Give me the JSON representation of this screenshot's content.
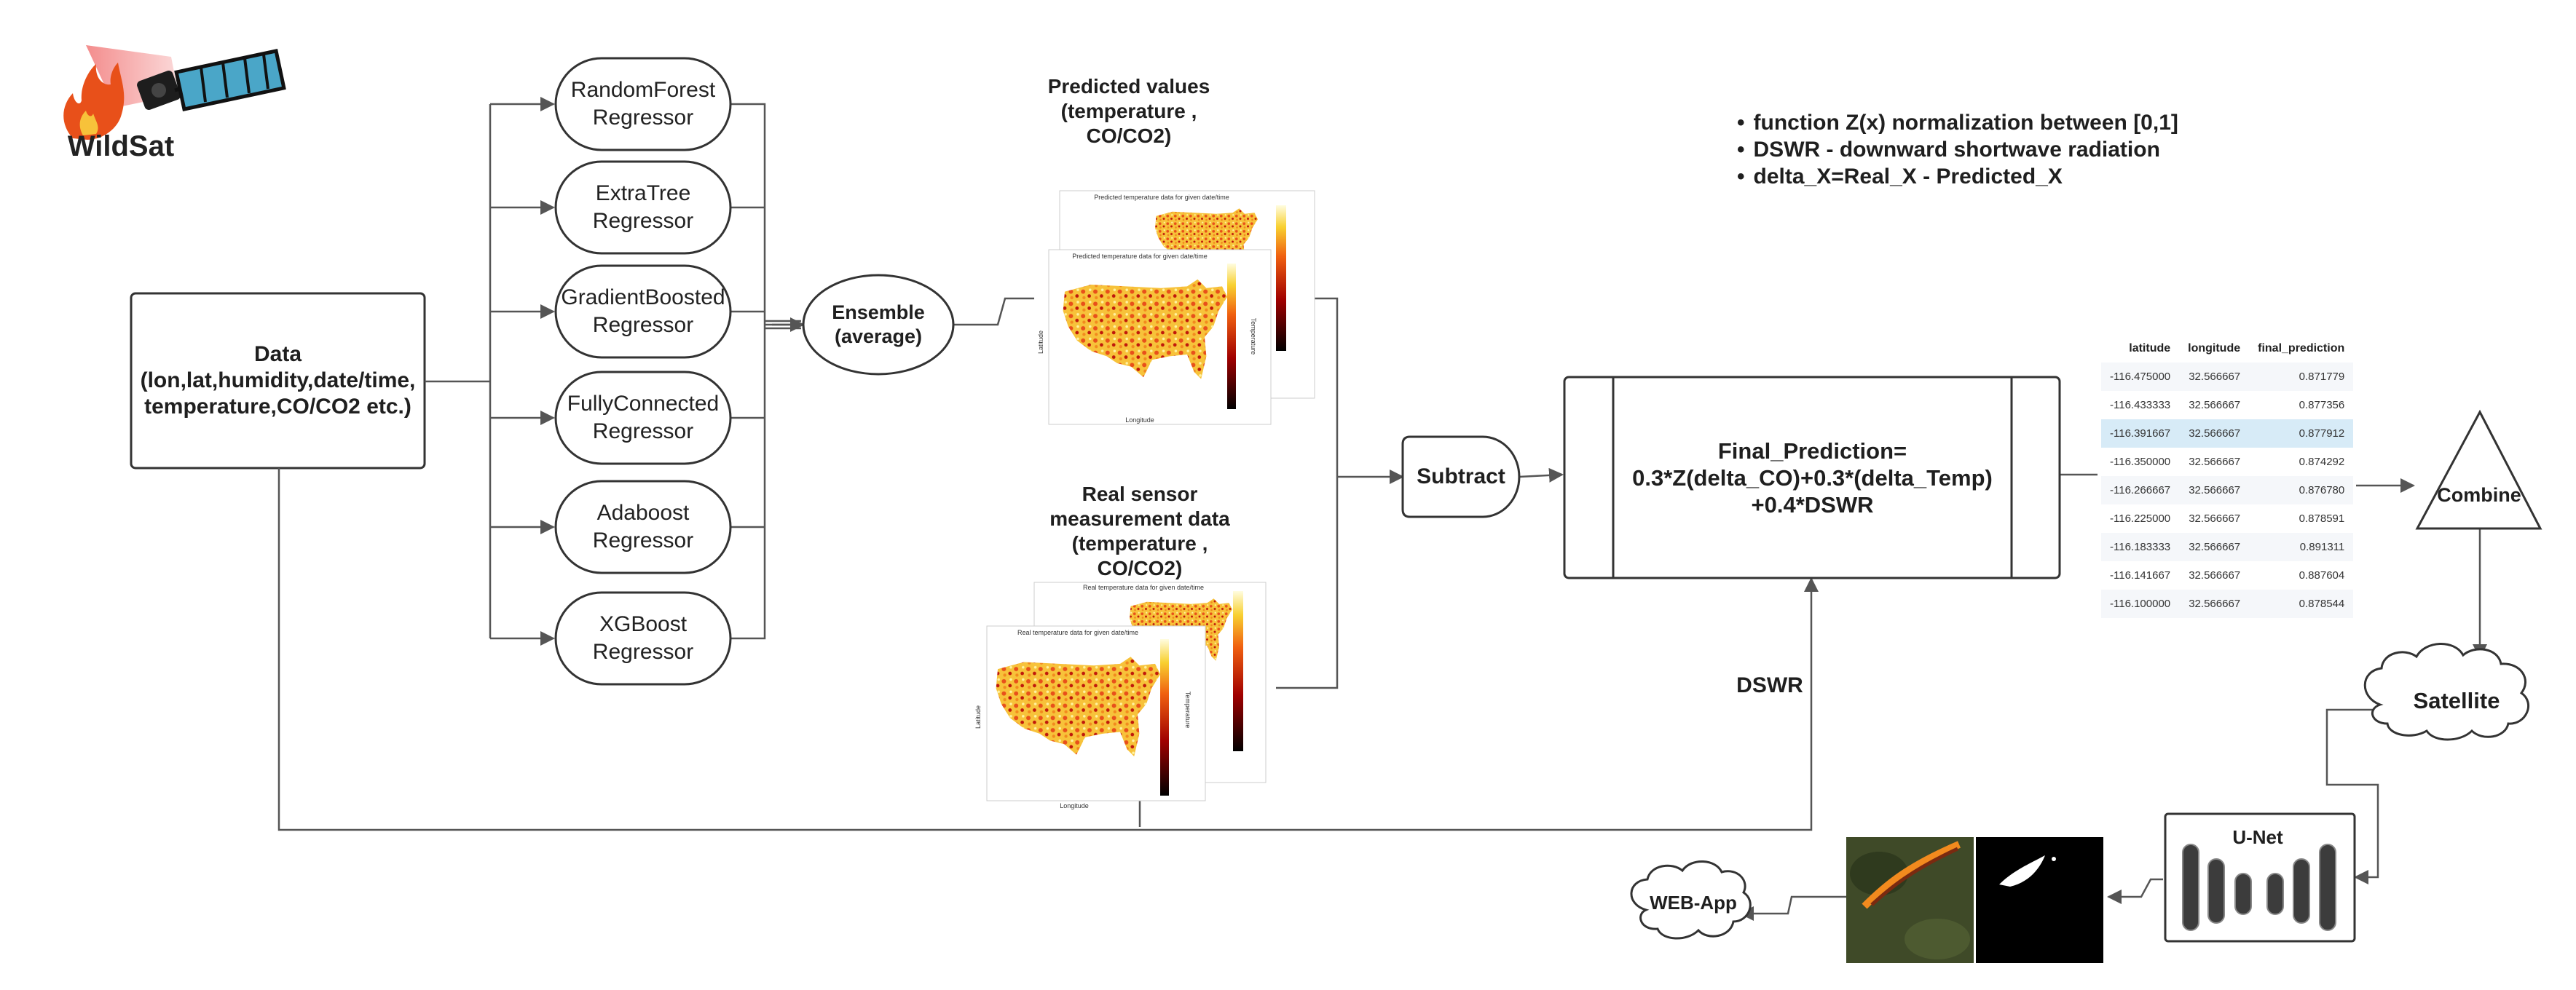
{
  "logo": {
    "text": "WildSat"
  },
  "data_box": {
    "line1": "Data",
    "line2": "(lon,lat,humidity,date/time,",
    "line3": "temperature,CO/CO2 etc.)"
  },
  "regressors": [
    {
      "line1": "RandomForest",
      "line2": "Regressor"
    },
    {
      "line1": "ExtraTree",
      "line2": "Regressor"
    },
    {
      "line1": "GradientBoosted",
      "line2": "Regressor"
    },
    {
      "line1": "FullyConnected",
      "line2": "Regressor"
    },
    {
      "line1": "Adaboost",
      "line2": "Regressor"
    },
    {
      "line1": "XGBoost",
      "line2": "Regressor"
    }
  ],
  "ensemble": {
    "line1": "Ensemble",
    "line2": "(average)"
  },
  "predicted": {
    "heading": [
      "Predicted values",
      "(temperature ,",
      "CO/CO2)"
    ],
    "plot_title": "Predicted temperature data for given date/time",
    "xlabel": "Longitude",
    "ylabel": "Latitude",
    "cbar": "Temperature"
  },
  "real": {
    "heading": [
      "Real sensor",
      "measurement data",
      "(temperature ,",
      "CO/CO2)"
    ],
    "plot_title": "Real temperature data for given date/time",
    "xlabel": "Longitude",
    "ylabel": "Latitude",
    "cbar": "Temperature"
  },
  "subtract": "Subtract",
  "final": {
    "line1": "Final_Prediction=",
    "line2": "0.3*Z(delta_CO)+0.3*(delta_Temp)",
    "line3": "+0.4*DSWR"
  },
  "notes": [
    "function Z(x) normalization between [0,1]",
    "DSWR - downward shortwave radiation",
    "delta_X=Real_X - Predicted_X"
  ],
  "table": {
    "headers": [
      "latitude",
      "longitude",
      "final_prediction"
    ],
    "rows": [
      [
        "-116.475000",
        "32.566667",
        "0.871779"
      ],
      [
        "-116.433333",
        "32.566667",
        "0.877356"
      ],
      [
        "-116.391667",
        "32.566667",
        "0.877912"
      ],
      [
        "-116.350000",
        "32.566667",
        "0.874292"
      ],
      [
        "-116.266667",
        "32.566667",
        "0.876780"
      ],
      [
        "-116.225000",
        "32.566667",
        "0.878591"
      ],
      [
        "-116.183333",
        "32.566667",
        "0.891311"
      ],
      [
        "-116.141667",
        "32.566667",
        "0.887604"
      ],
      [
        "-116.100000",
        "32.566667",
        "0.878544"
      ]
    ],
    "highlighted_row": 2
  },
  "combine": "Combine",
  "satellite": "Satellite",
  "unet": "U-Net",
  "webapp": "WEB-App",
  "dswr_label": "DSWR",
  "colors": {
    "line": "#555555",
    "box_stroke": "#333333",
    "fire": "#e8501a",
    "flame": "#f28a1e",
    "panel": "#4aa6c8"
  }
}
